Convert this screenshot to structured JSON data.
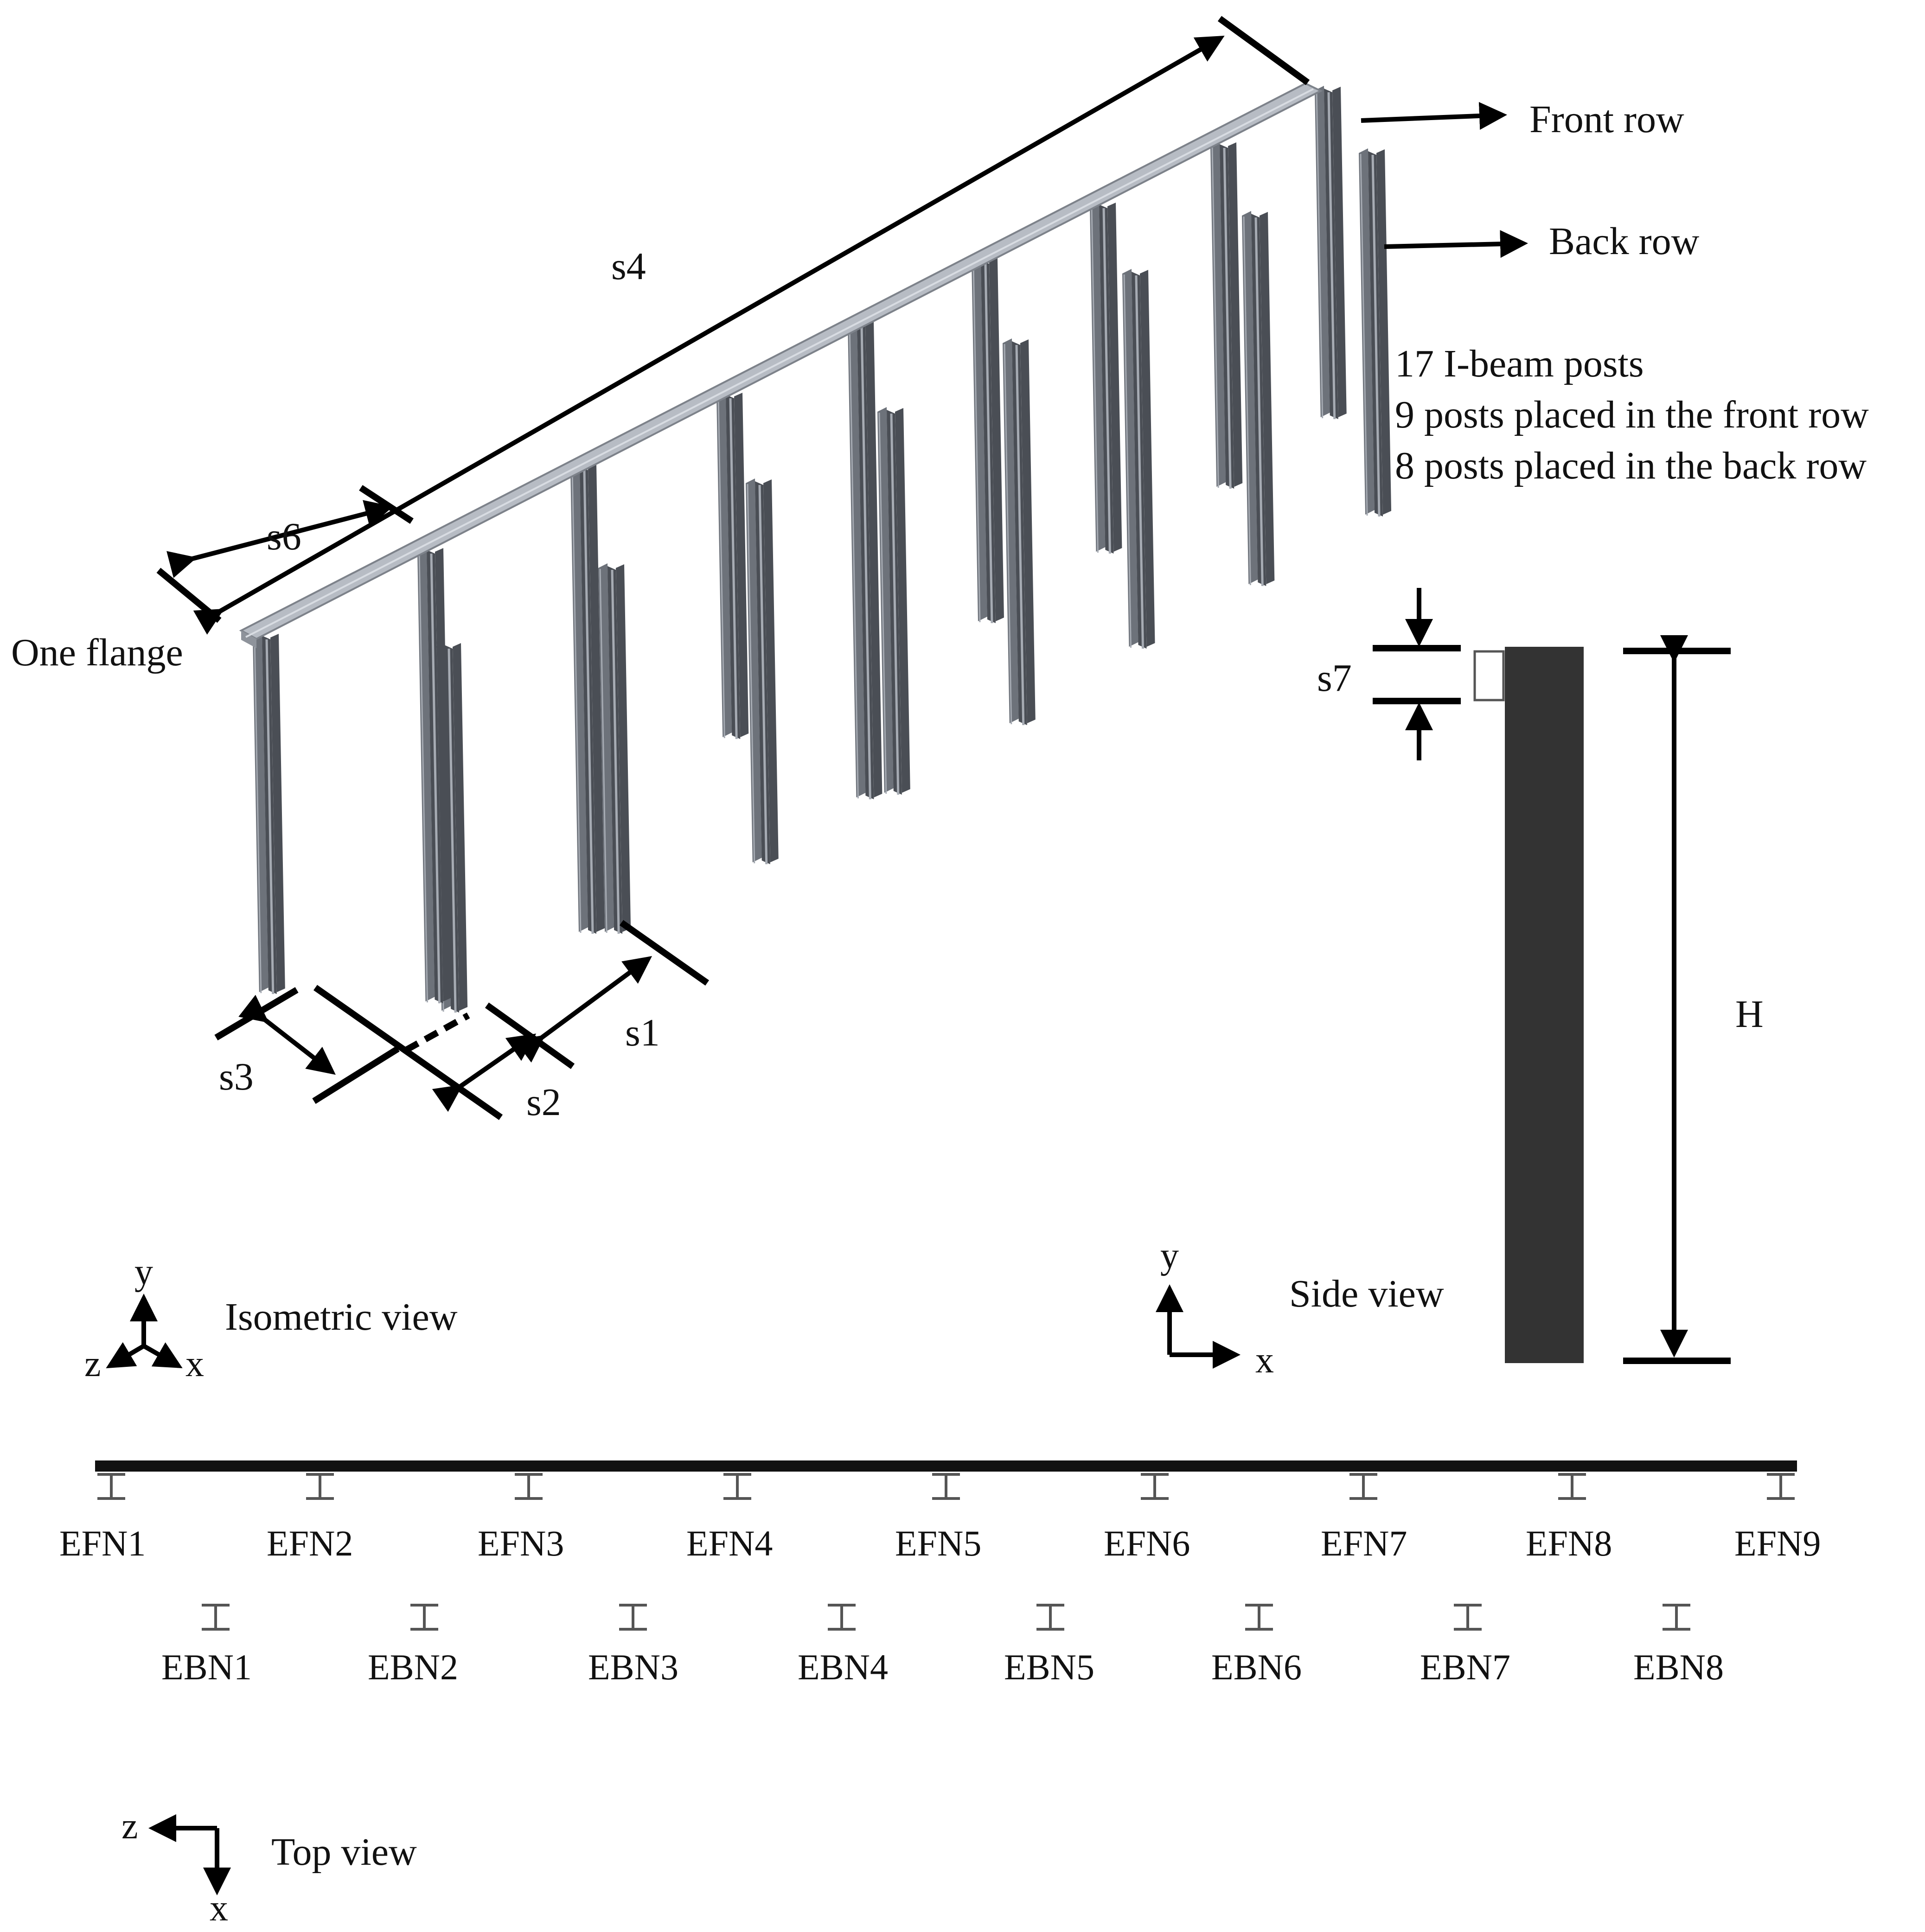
{
  "labels": {
    "front_row": "Front row",
    "back_row": "Back row",
    "s4": "s4",
    "s6": "s6",
    "s1": "s1",
    "s2": "s2",
    "s3": "s3",
    "s7": "s7",
    "H": "H",
    "one_flange": "One flange",
    "notes": [
      "17 I-beam posts",
      "9 posts placed in the front row",
      "8 posts placed in the back row"
    ]
  },
  "views": {
    "isometric": "Isometric view",
    "side": "Side view",
    "top": "Top view"
  },
  "axes": {
    "iso": {
      "y": "y",
      "z": "z",
      "x": "x"
    },
    "side": {
      "y": "y",
      "x": "x"
    },
    "top": {
      "z": "z",
      "x": "x"
    }
  },
  "top_view": {
    "front_nodes": [
      "EFN1",
      "EFN2",
      "EFN3",
      "EFN4",
      "EFN5",
      "EFN6",
      "EFN7",
      "EFN8",
      "EFN9"
    ],
    "back_nodes": [
      "EBN1",
      "EBN2",
      "EBN3",
      "EBN4",
      "EBN5",
      "EBN6",
      "EBN7",
      "EBN8"
    ]
  },
  "colors": {
    "post_dark": "#4a4e55",
    "post_mid": "#6d727a",
    "post_light": "#a6abb3",
    "rail": "#9ea3ab",
    "side_post": "#333333",
    "ink": "#000000"
  }
}
